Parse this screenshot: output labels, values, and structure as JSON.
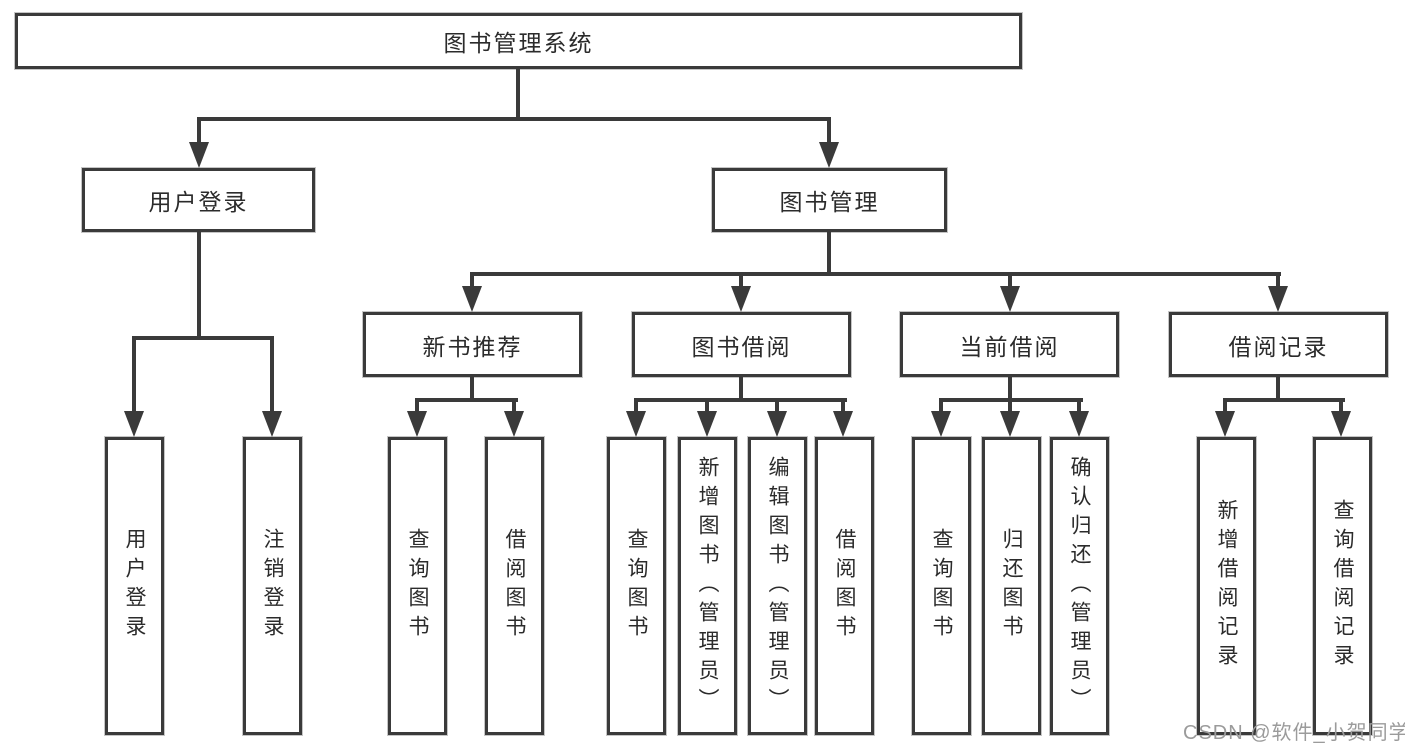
{
  "diagram_title": "图书管理系统",
  "tree": {
    "root": {
      "label": "图书管理系统"
    },
    "branches": [
      {
        "label": "用户登录",
        "children": [
          {
            "label": "用户登录"
          },
          {
            "label": "注销登录"
          }
        ]
      },
      {
        "label": "图书管理",
        "children": [
          {
            "label": "新书推荐",
            "children": [
              {
                "label": "查询图书"
              },
              {
                "label": "借阅图书"
              }
            ]
          },
          {
            "label": "图书借阅",
            "children": [
              {
                "label": "查询图书"
              },
              {
                "label": "新增图书（管理员）"
              },
              {
                "label": "编辑图书（管理员）"
              },
              {
                "label": "借阅图书"
              }
            ]
          },
          {
            "label": "当前借阅",
            "children": [
              {
                "label": "查询图书"
              },
              {
                "label": "归还图书"
              },
              {
                "label": "确认归还（管理员）"
              }
            ]
          },
          {
            "label": "借阅记录",
            "children": [
              {
                "label": "新增借阅记录"
              },
              {
                "label": "查询借阅记录"
              }
            ]
          }
        ]
      }
    ]
  },
  "watermark": {
    "text": "CSDN @软件_小贺同学"
  },
  "colors": {
    "line": "#3a3a3a",
    "box_background": "#ffffff",
    "text": "#2b2b2b",
    "watermark": "#9b9b9b"
  }
}
